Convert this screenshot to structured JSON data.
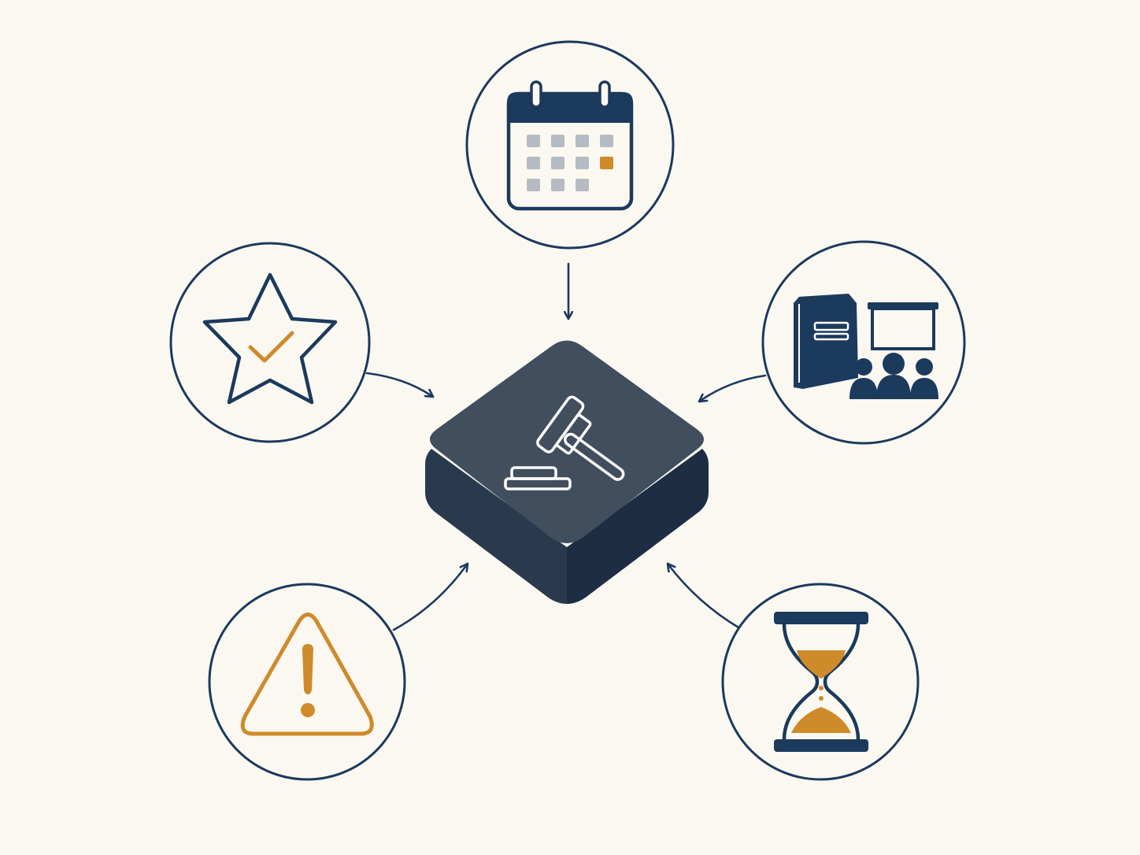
{
  "diagram": {
    "center_node": {
      "icon": "gavel-icon"
    },
    "satellite_nodes": [
      {
        "id": "calendar",
        "icon": "calendar-icon",
        "position": "top"
      },
      {
        "id": "quality",
        "icon": "star-check-icon",
        "position": "upper-left"
      },
      {
        "id": "training",
        "icon": "book-presentation-audience-icon",
        "position": "upper-right"
      },
      {
        "id": "risk",
        "icon": "warning-triangle-icon",
        "position": "lower-left"
      },
      {
        "id": "time",
        "icon": "hourglass-icon",
        "position": "lower-right"
      }
    ],
    "connections": [
      {
        "from": "calendar",
        "to": "center"
      },
      {
        "from": "quality",
        "to": "center"
      },
      {
        "from": "training",
        "to": "center"
      },
      {
        "from": "risk",
        "to": "center"
      },
      {
        "from": "time",
        "to": "center"
      }
    ]
  },
  "colors": {
    "background": "#FBF8F2",
    "navy": "#1B3A5C",
    "accent": "#CF8A2A",
    "block_top": "#404E5E",
    "block_left": "#2A3A4E",
    "block_right": "#1D2E44",
    "calendar_cell": "#B5BBC3",
    "icon_on_block": "#FFFFFF"
  }
}
